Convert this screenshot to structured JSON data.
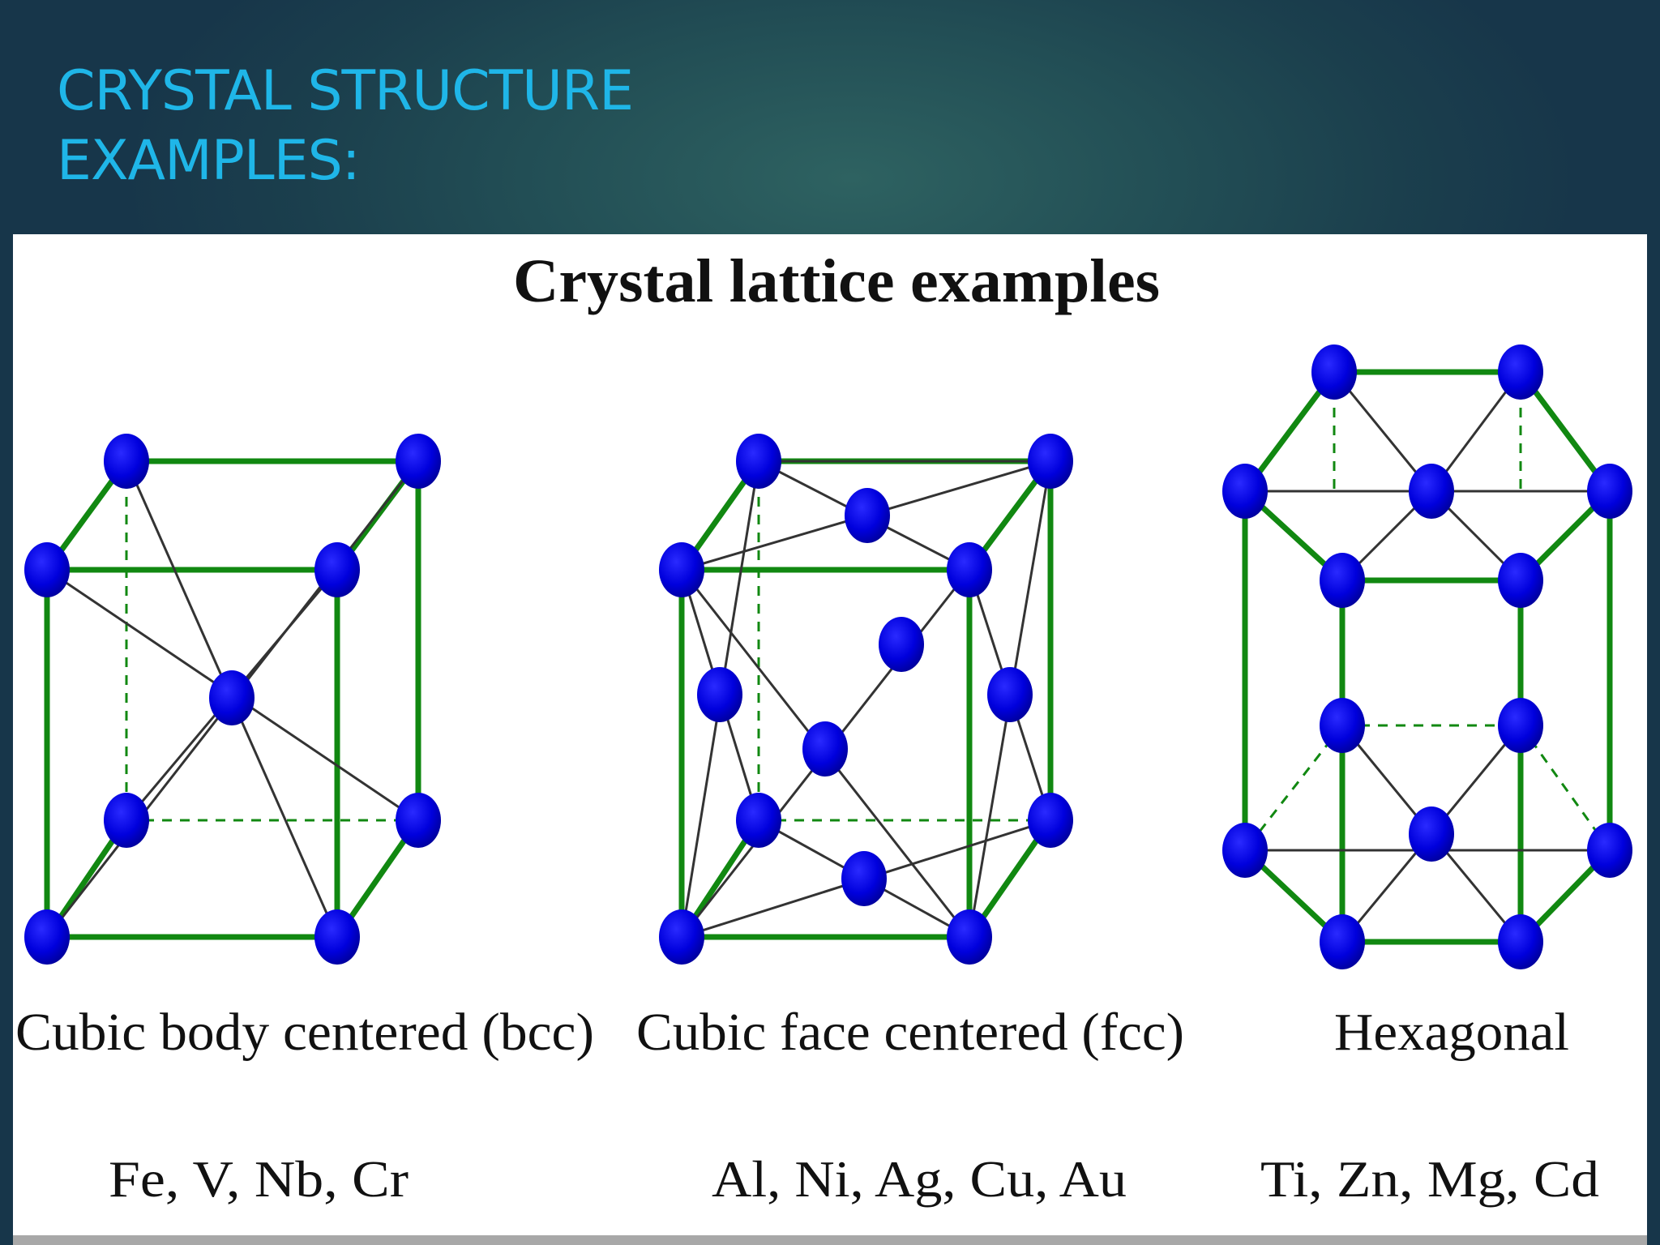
{
  "slide": {
    "title": "CRYSTAL STRUCTURE\nEXAMPLES:"
  },
  "figure": {
    "title": "Crystal lattice examples",
    "structures": [
      {
        "name": "Cubic body centered (bcc)",
        "examples": "Fe, V, Nb, Cr"
      },
      {
        "name": "Cubic face centered (fcc)",
        "examples": "Al, Ni, Ag, Cu, Au"
      },
      {
        "name": "Hexagonal",
        "examples": "Ti, Zn, Mg, Cd"
      }
    ]
  },
  "colors": {
    "background": "#1b3f4d",
    "title": "#1fb6e8",
    "lattice_edge": "#118811",
    "atom": "#0000dd",
    "inner_bond": "#333333"
  }
}
